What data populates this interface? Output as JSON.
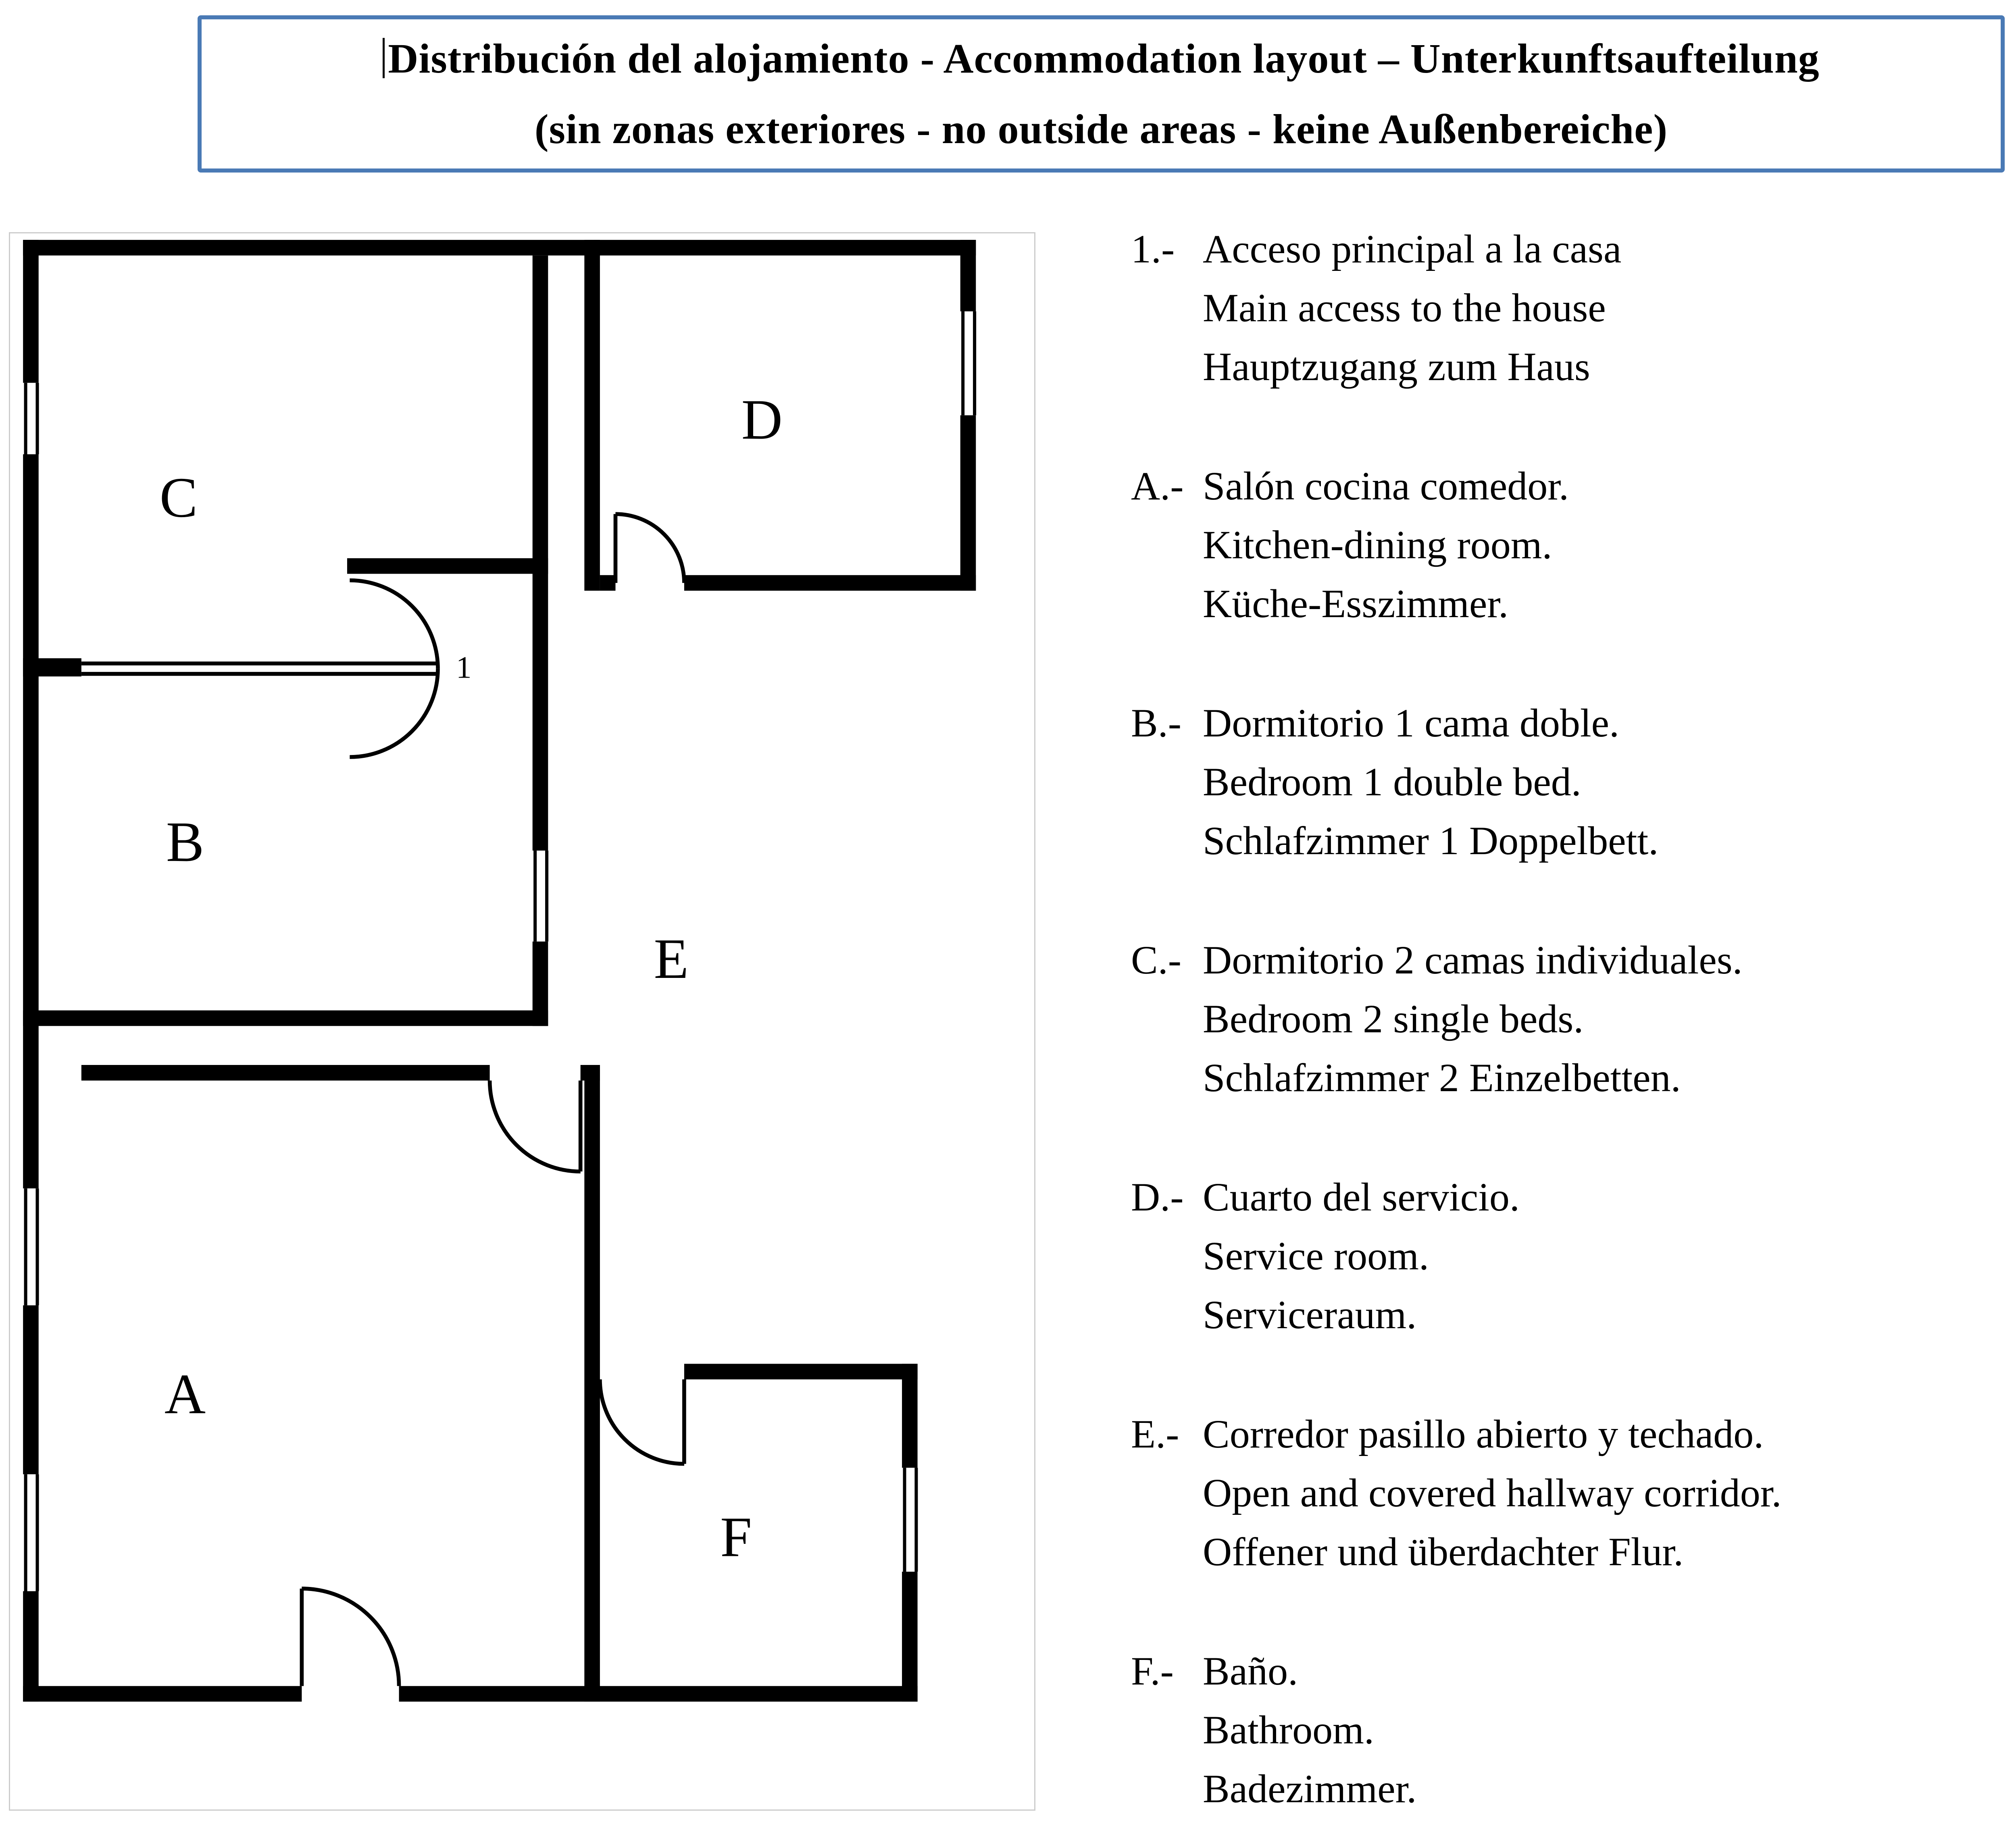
{
  "title": {
    "line1": "Distribución del alojamiento - Accommodation layout – Unterkunftsaufteilung",
    "line2": "(sin zonas exteriores - no outside areas - keine Außenbereiche)"
  },
  "floorplan": {
    "rooms": [
      {
        "id": "C",
        "label": "C"
      },
      {
        "id": "D",
        "label": "D"
      },
      {
        "id": "B",
        "label": "B"
      },
      {
        "id": "E",
        "label": "E"
      },
      {
        "id": "A",
        "label": "A"
      },
      {
        "id": "F",
        "label": "F"
      }
    ],
    "access_marker": "1"
  },
  "legend": {
    "items": [
      {
        "prefix": "1.-",
        "lines": [
          "Acceso principal a la casa",
          "Main access to the house",
          "Hauptzugang zum Haus"
        ]
      },
      {
        "prefix": "A.-",
        "lines": [
          "Salón cocina comedor.",
          "Kitchen-dining room.",
          "Küche-Esszimmer."
        ]
      },
      {
        "prefix": "B.-",
        "lines": [
          "Dormitorio 1 cama doble.",
          "Bedroom 1 double bed.",
          "Schlafzimmer 1 Doppelbett."
        ]
      },
      {
        "prefix": "C.-",
        "lines": [
          "Dormitorio 2 camas individuales.",
          "Bedroom 2 single beds.",
          "Schlafzimmer 2 Einzelbetten."
        ]
      },
      {
        "prefix": "D.-",
        "lines": [
          "Cuarto del servicio.",
          "Service room.",
          "Serviceraum."
        ]
      },
      {
        "prefix": "E.-",
        "lines": [
          "Corredor pasillo abierto y techado.",
          "Open and covered hallway corridor.",
          "Offener und überdachter Flur."
        ]
      },
      {
        "prefix": "F.-",
        "lines": [
          "Baño.",
          "Bathroom.",
          "Badezimmer."
        ]
      }
    ]
  },
  "colors": {
    "title_border": "#4a7ab5",
    "plan_border": "#cccccc",
    "wall": "#000000"
  }
}
